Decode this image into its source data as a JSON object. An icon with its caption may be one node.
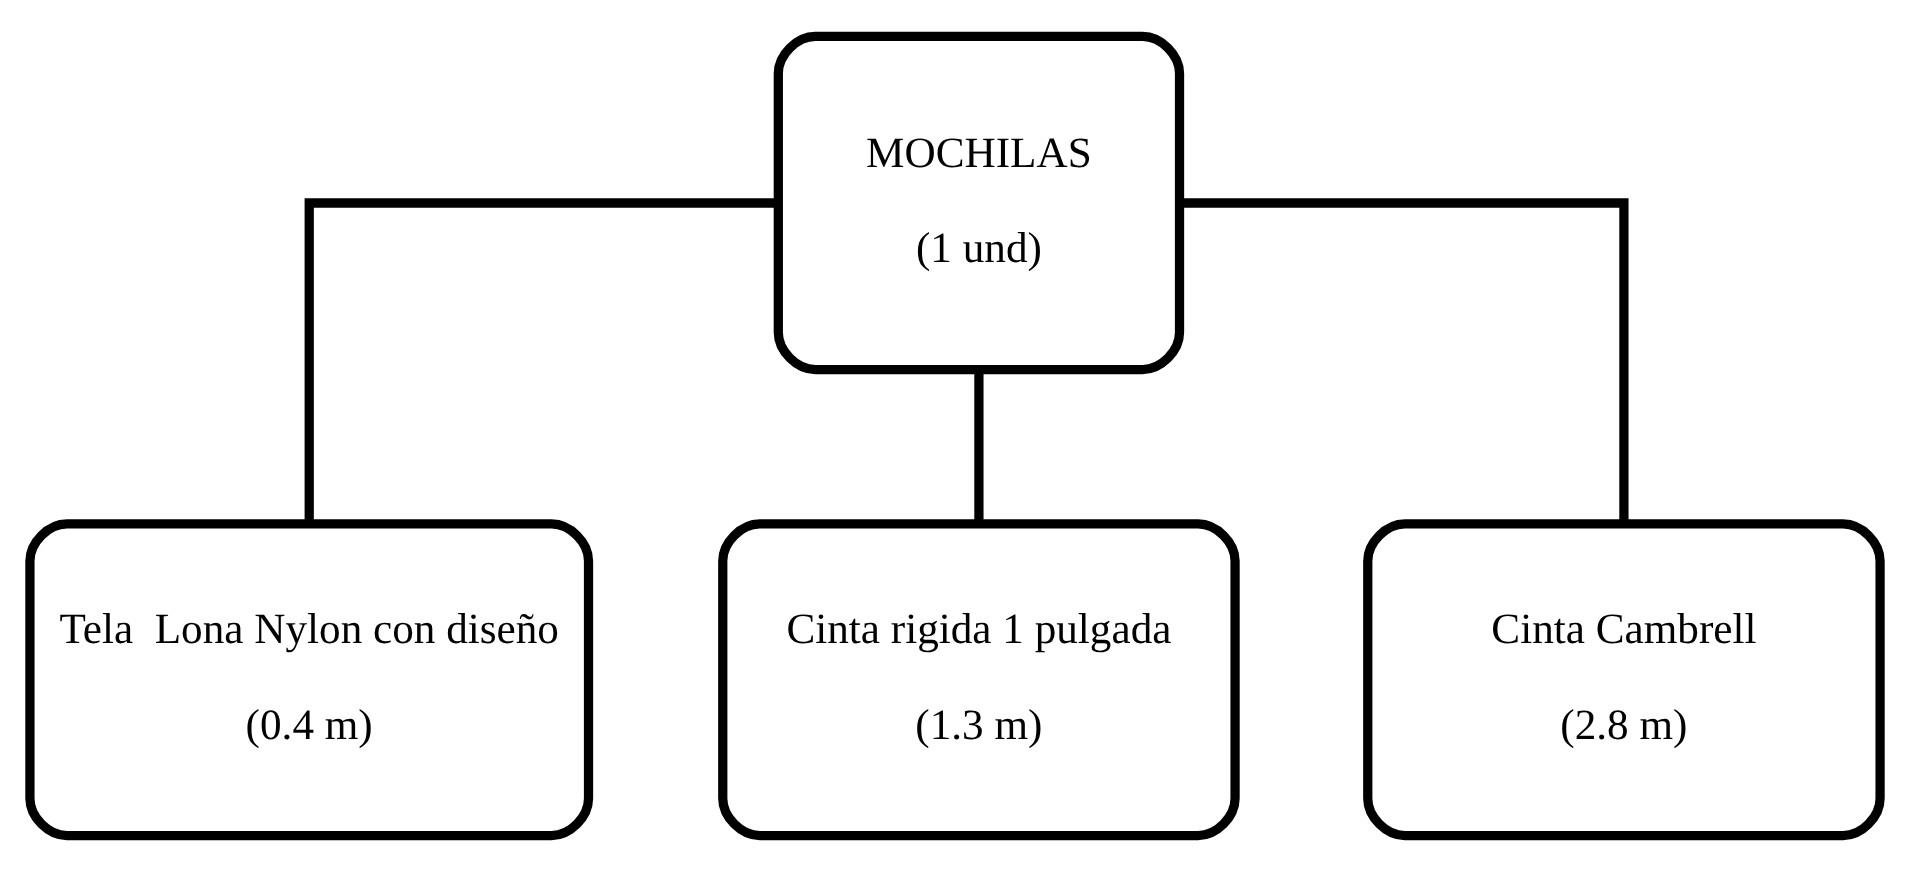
{
  "diagram": {
    "nodes": [
      {
        "text": [
          "MOCHILAS",
          "(1 und)"
        ]
      },
      {
        "text": [
          "Tela  Lona Nylon con diseño",
          "(0.4 m)"
        ]
      },
      {
        "text": [
          "Cinta rigida 1 pulgada",
          "(1.3 m)"
        ]
      },
      {
        "text": [
          "Cinta Cambrell",
          "(2.8 m)"
        ]
      }
    ],
    "edges": [
      {
        "from": 0,
        "to": 1,
        "arrow": "none"
      },
      {
        "from": 0,
        "to": 2,
        "arrow": "none"
      },
      {
        "from": 0,
        "to": 3,
        "arrow": "none"
      }
    ]
  }
}
